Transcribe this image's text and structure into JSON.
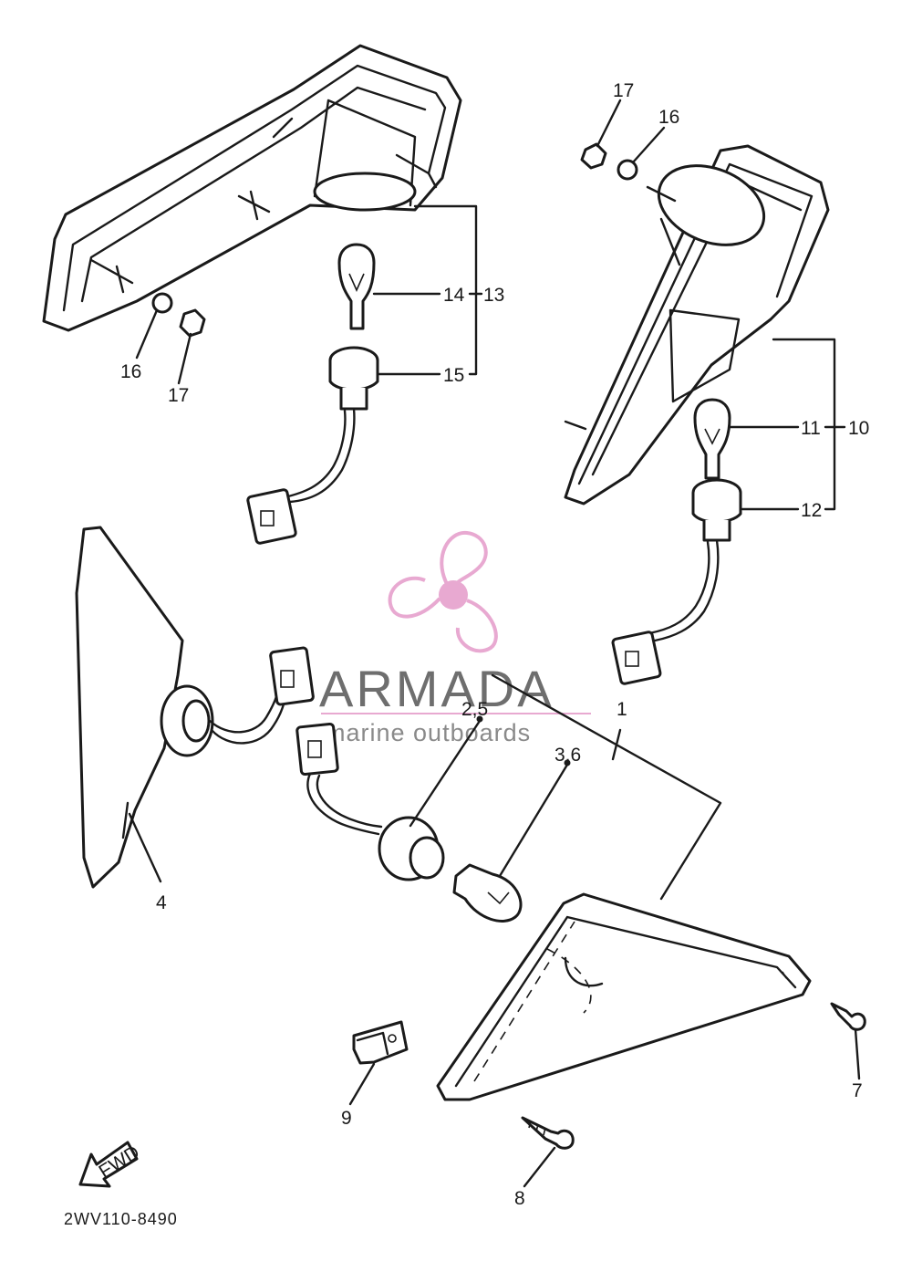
{
  "diagram_code": "2WV110-8490",
  "front_arrow_text": "FWD",
  "watermark": {
    "brand": "ARMADA",
    "tagline": "marine outboards",
    "logo_color": "#e8a9d1",
    "text_color": "#6e6e6e"
  },
  "callouts": [
    {
      "id": "c1",
      "text": "1"
    },
    {
      "id": "c2_5",
      "text": "2,5"
    },
    {
      "id": "c3_6",
      "text": "3,6"
    },
    {
      "id": "c4",
      "text": "4"
    },
    {
      "id": "c7",
      "text": "7"
    },
    {
      "id": "c8",
      "text": "8"
    },
    {
      "id": "c9",
      "text": "9"
    },
    {
      "id": "c10",
      "text": "10"
    },
    {
      "id": "c11",
      "text": "11"
    },
    {
      "id": "c12",
      "text": "12"
    },
    {
      "id": "c13",
      "text": "13"
    },
    {
      "id": "c14",
      "text": "14"
    },
    {
      "id": "c15",
      "text": "15"
    },
    {
      "id": "c16a",
      "text": "16"
    },
    {
      "id": "c17a",
      "text": "17"
    },
    {
      "id": "c16b",
      "text": "16"
    },
    {
      "id": "c17b",
      "text": "17"
    }
  ]
}
